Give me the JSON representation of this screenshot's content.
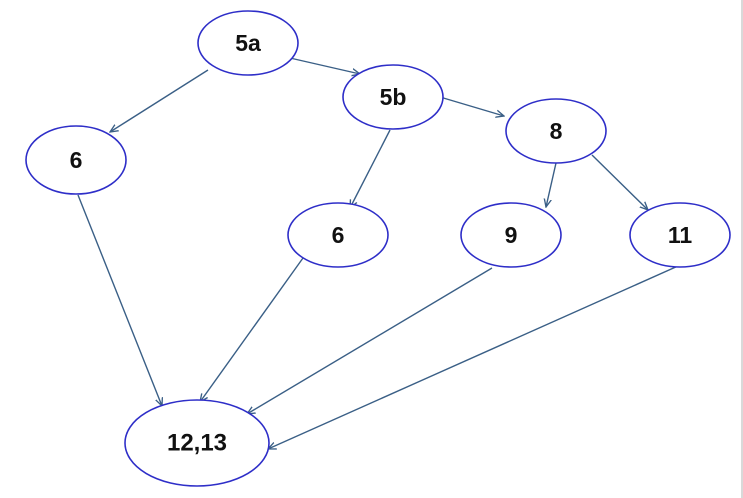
{
  "diagram": {
    "node_color": "#2e2ec8",
    "edge_color": "#3a5f86",
    "nodes": [
      {
        "id": "n5a",
        "label": "5a"
      },
      {
        "id": "n5b",
        "label": "5b"
      },
      {
        "id": "n6L",
        "label": "6"
      },
      {
        "id": "n8",
        "label": "8"
      },
      {
        "id": "n6M",
        "label": "6"
      },
      {
        "id": "n9",
        "label": "9"
      },
      {
        "id": "n11",
        "label": "11"
      },
      {
        "id": "n1213",
        "label": "12,13"
      }
    ],
    "edges": [
      {
        "from": "n5a",
        "to": "n6L"
      },
      {
        "from": "n5a",
        "to": "n5b"
      },
      {
        "from": "n5b",
        "to": "n8"
      },
      {
        "from": "n5b",
        "to": "n6M"
      },
      {
        "from": "n8",
        "to": "n9"
      },
      {
        "from": "n8",
        "to": "n11"
      },
      {
        "from": "n6L",
        "to": "n1213"
      },
      {
        "from": "n6M",
        "to": "n1213"
      },
      {
        "from": "n9",
        "to": "n1213"
      },
      {
        "from": "n11",
        "to": "n1213"
      }
    ]
  }
}
